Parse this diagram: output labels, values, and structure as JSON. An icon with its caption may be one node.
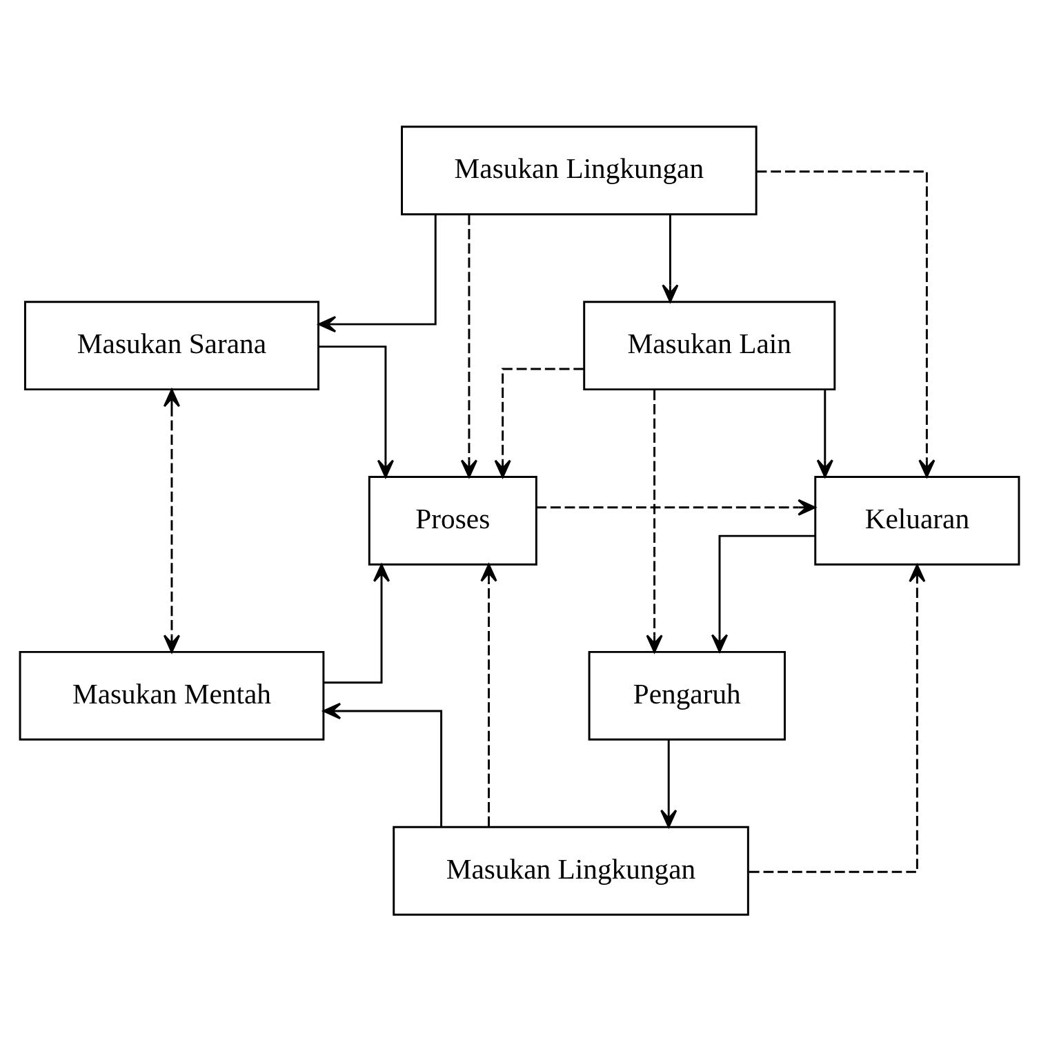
{
  "diagram": {
    "nodes": [
      {
        "text": [
          "Masukan Lingkungan"
        ]
      },
      {
        "text": [
          "Masukan Sarana"
        ]
      },
      {
        "text": [
          "Masukan Lain"
        ]
      },
      {
        "text": [
          "Proses"
        ]
      },
      {
        "text": [
          "Keluaran"
        ]
      },
      {
        "text": [
          "Masukan Mentah"
        ]
      },
      {
        "text": [
          "Pengaruh"
        ]
      },
      {
        "text": [
          "Masukan Lingkungan"
        ]
      }
    ],
    "edges": [
      {
        "from": 0,
        "to": 1,
        "arrow": "to"
      },
      {
        "from": 0,
        "to": 2,
        "arrow": "to"
      },
      {
        "from": 0,
        "to": 3,
        "arrow": "to",
        "style": "dashed"
      },
      {
        "from": 0,
        "to": 4,
        "arrow": "to",
        "style": "dashed"
      },
      {
        "from": 1,
        "to": 3,
        "arrow": "to"
      },
      {
        "from": 2,
        "to": 3,
        "arrow": "to",
        "style": "dashed"
      },
      {
        "from": 2,
        "to": 4,
        "arrow": "to"
      },
      {
        "from": 2,
        "to": 6,
        "arrow": "to",
        "style": "dashed"
      },
      {
        "from": 1,
        "to": 5,
        "arrow": "both",
        "style": "dashed"
      },
      {
        "from": 3,
        "to": 4,
        "arrow": "to",
        "style": "dashed"
      },
      {
        "from": 5,
        "to": 3,
        "arrow": "to"
      },
      {
        "from": 7,
        "to": 3,
        "arrow": "to",
        "style": "dashed"
      },
      {
        "from": 7,
        "to": 4,
        "arrow": "to",
        "style": "dashed"
      },
      {
        "from": 4,
        "to": 6,
        "arrow": "to"
      },
      {
        "from": 6,
        "to": 7,
        "arrow": "to"
      },
      {
        "from": 7,
        "to": 5,
        "arrow": "to"
      }
    ]
  }
}
